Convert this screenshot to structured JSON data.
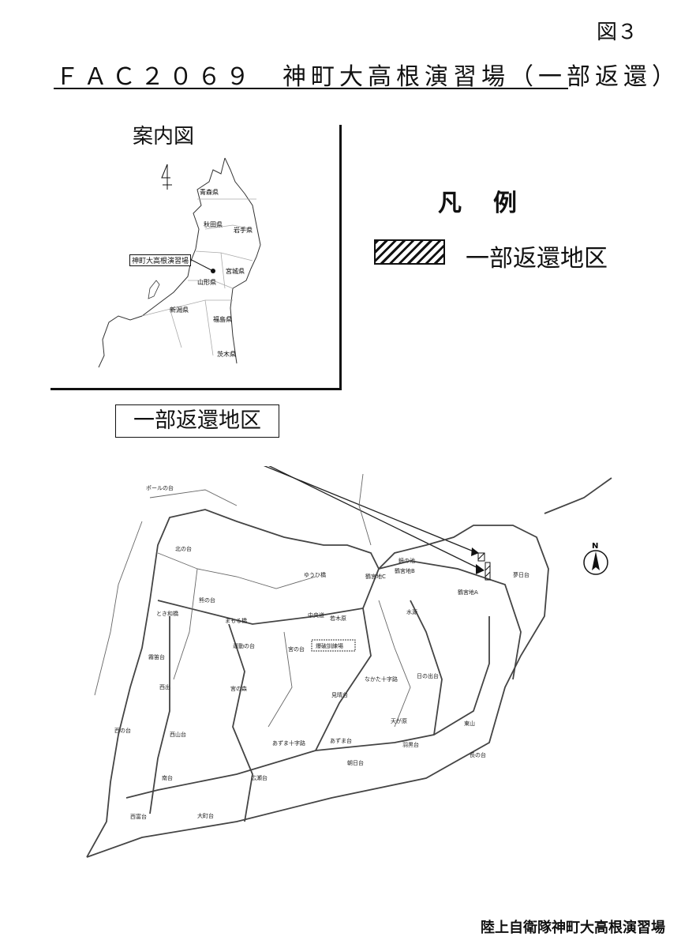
{
  "figure_number": "図３",
  "title": "ＦＡＣ２０６９　神町大高根演習場（一部返還）",
  "inset": {
    "title": "案内図",
    "site_label": "神町大高根演習場",
    "prefectures": [
      "青森県",
      "秋田県",
      "岩手県",
      "宮城県",
      "山形県",
      "新潟県",
      "福島県",
      "茨木県"
    ]
  },
  "legend": {
    "title": "凡例",
    "items": [
      {
        "label": "一部返還地区",
        "pattern": "diagonal-hatch"
      }
    ]
  },
  "callout": "一部返還地区",
  "map_labels": [
    "ポールの台",
    "北の台",
    "熊の台",
    "ゆうひ橋",
    "とき和橋",
    "まもる橋",
    "中央道",
    "若木原",
    "爆破訓練場",
    "運動の台",
    "宮の台",
    "霧笛台",
    "西出",
    "宮の森",
    "見晴台",
    "西の台",
    "西山台",
    "あずま十字路",
    "あずま台",
    "南台",
    "広瀬台",
    "西富台",
    "大町台",
    "朝日台",
    "羽黒台",
    "天が原",
    "東山",
    "長の台",
    "夢日台",
    "鶴宮地A",
    "鶴宮地B",
    "鶴宮地C",
    "鏡の池",
    "水源",
    "なかた十字路",
    "日の出台"
  ],
  "north_symbol": "N",
  "credit": "陸上自衛隊神町大高根演習場"
}
